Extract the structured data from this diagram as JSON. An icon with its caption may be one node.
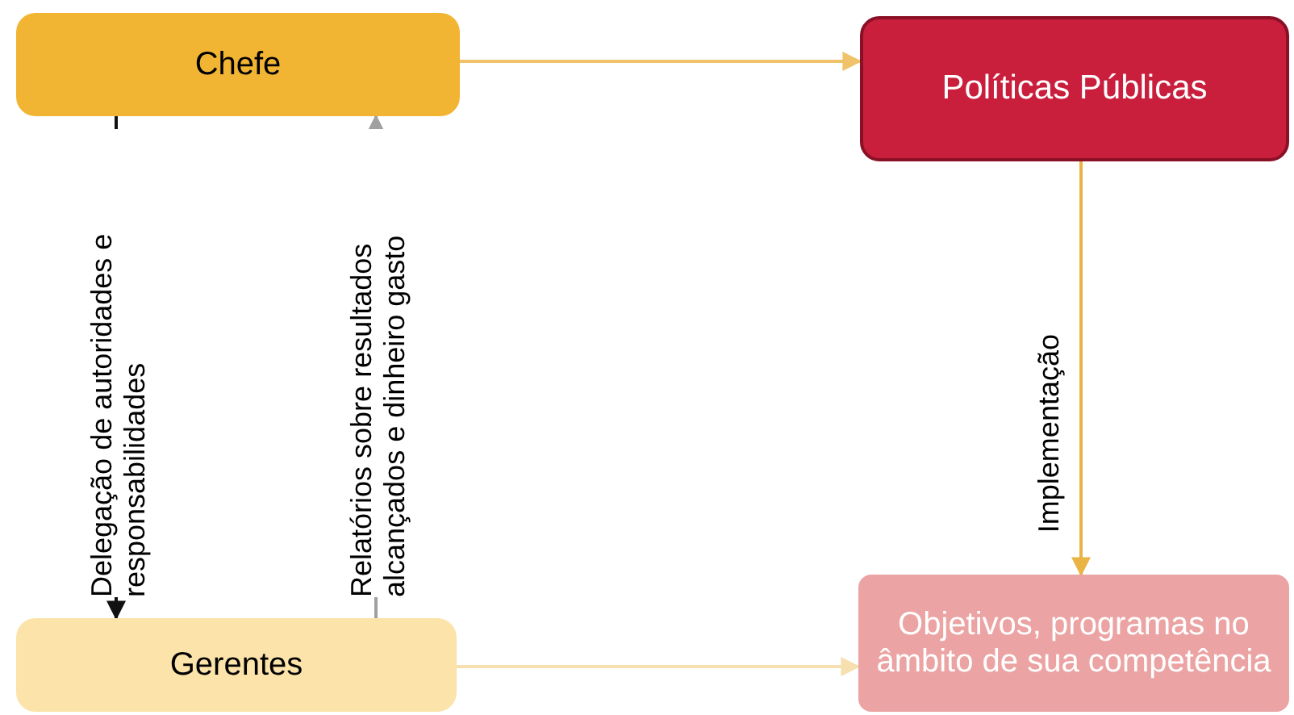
{
  "diagram": {
    "nodes": [
      {
        "text": [
          "Chefe"
        ]
      },
      {
        "text": [
          "Políticas Públicas"
        ]
      },
      {
        "text": [
          "Gerentes"
        ]
      },
      {
        "text": [
          "Objetivos, programas no âmbito de sua competência"
        ]
      }
    ],
    "edges": [
      {
        "from": 0,
        "to": 1,
        "arrow": "to",
        "color": "#f0c36a"
      },
      {
        "from": 1,
        "to": 3,
        "arrow": "to",
        "label": "Implementação",
        "color": "#e9b443"
      },
      {
        "from": 0,
        "to": 2,
        "arrow": "to",
        "label": "Delegação de autoridades e responsabilidades",
        "color": "#111111"
      },
      {
        "from": 2,
        "to": 0,
        "arrow": "to",
        "label": "Relatórios sobre resultados alcançados e dinheiro gasto",
        "color": "#a0a0a0"
      },
      {
        "from": 2,
        "to": 3,
        "arrow": "to",
        "color": "#f6e0b0"
      }
    ]
  }
}
